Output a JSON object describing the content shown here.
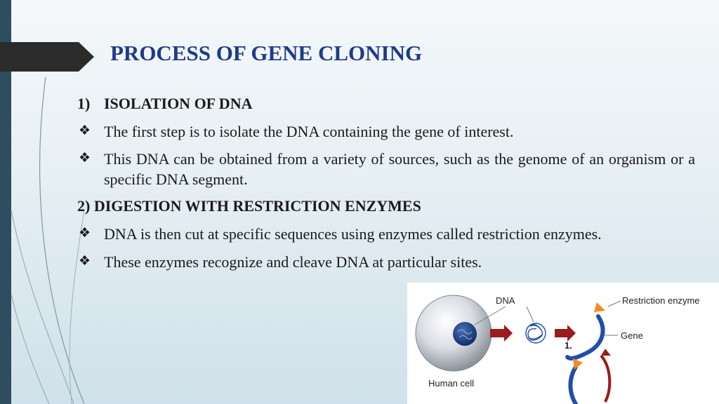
{
  "title": "PROCESS OF GENE CLONING",
  "sections": [
    {
      "number": "1)",
      "heading": "ISOLATION OF DNA",
      "bullets": [
        "The first step is to isolate the DNA containing the gene of interest.",
        "This DNA can be obtained from a variety of sources, such as the genome of an organism or a specific DNA segment."
      ]
    },
    {
      "heading": "2) DIGESTION WITH RESTRICTION ENZYMES",
      "bullets": [
        "DNA is then cut at specific sequences using enzymes called restriction enzymes.",
        "These enzymes recognize and cleave DNA at particular sites."
      ]
    }
  ],
  "bullet_glyph": "❖",
  "figure": {
    "labels": {
      "dna": "DNA",
      "restriction_enzyme": "Restriction enzyme",
      "gene": "Gene",
      "step": "1.",
      "human_cell": "Human cell"
    }
  },
  "colors": {
    "title": "#1f3a8a",
    "left_bar": "#2e4d5e",
    "title_tab": "#2b2b2b",
    "arrow": "#9b1c1c",
    "enzyme": "#f28c1e",
    "dna_strand": "#1f4fa8"
  }
}
